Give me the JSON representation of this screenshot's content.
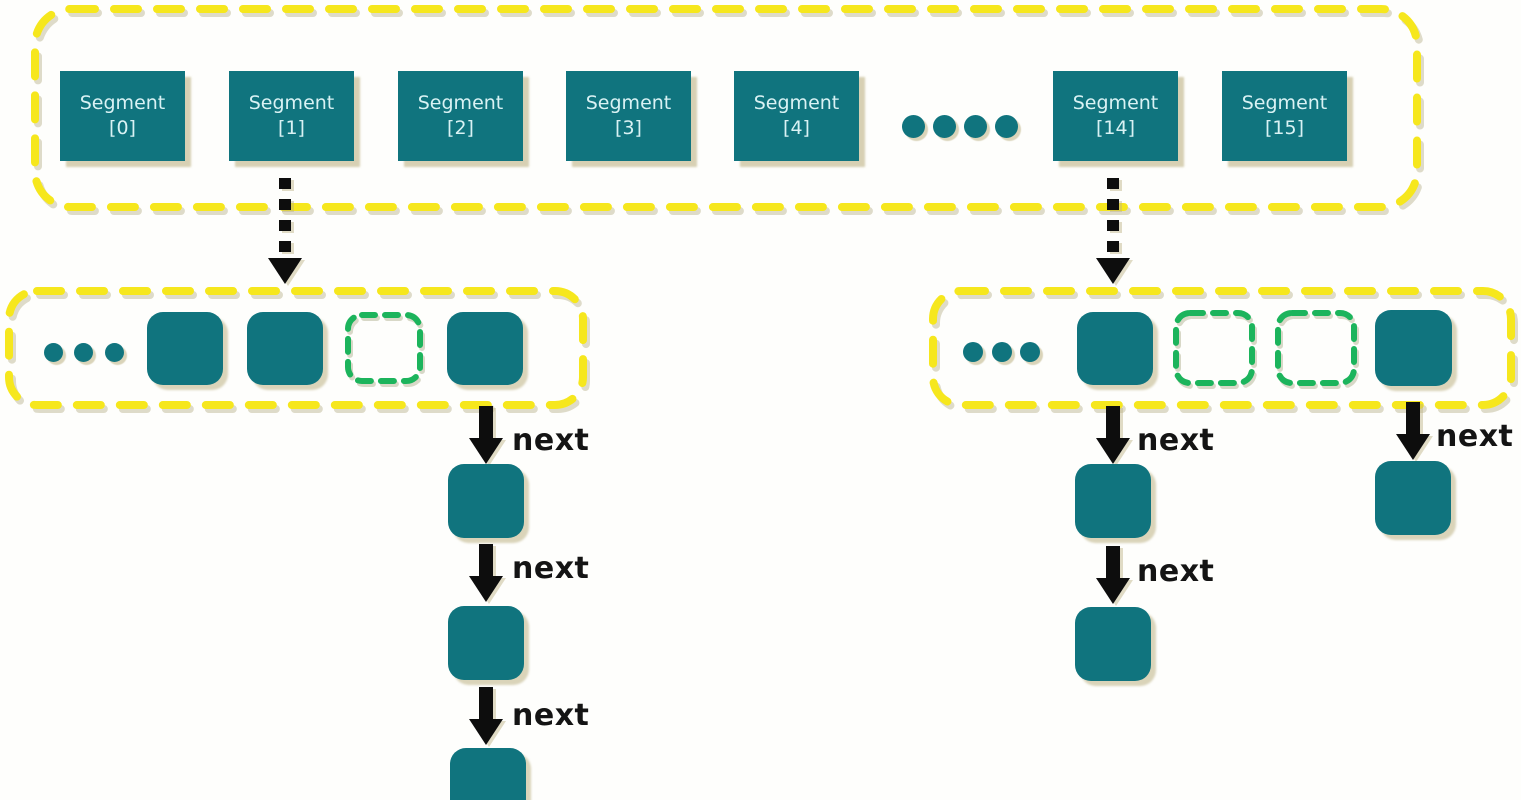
{
  "colors": {
    "teal_fill": "#10747e",
    "segment_text": "#d9f2f4",
    "yellow_dash": "#f6e71d",
    "green_dash": "#1cb45c",
    "arrow_black": "#0d0d0d",
    "background": "#fefefc"
  },
  "labels": {
    "next": "next"
  },
  "segment_table": {
    "boxes": [
      {
        "name": "Segment",
        "index": "[0]"
      },
      {
        "name": "Segment",
        "index": "[1]"
      },
      {
        "name": "Segment",
        "index": "[2]"
      },
      {
        "name": "Segment",
        "index": "[3]"
      },
      {
        "name": "Segment",
        "index": "[4]"
      },
      {
        "name": "Segment",
        "index": "[14]"
      },
      {
        "name": "Segment",
        "index": "[15]"
      }
    ],
    "ellipsis_dot_count": 4
  },
  "buckets": {
    "left": {
      "cells": [
        "ellipsis",
        "filled",
        "filled",
        "empty",
        "filled"
      ]
    },
    "right": {
      "cells": [
        "ellipsis",
        "filled",
        "empty",
        "empty",
        "filled"
      ]
    }
  },
  "linked_chains": {
    "left_chain": {
      "node_count": 3,
      "link_label": "next"
    },
    "right_chain_a": {
      "node_count": 2,
      "link_label": "next"
    },
    "right_chain_b": {
      "node_count": 1,
      "link_label": "next"
    }
  }
}
